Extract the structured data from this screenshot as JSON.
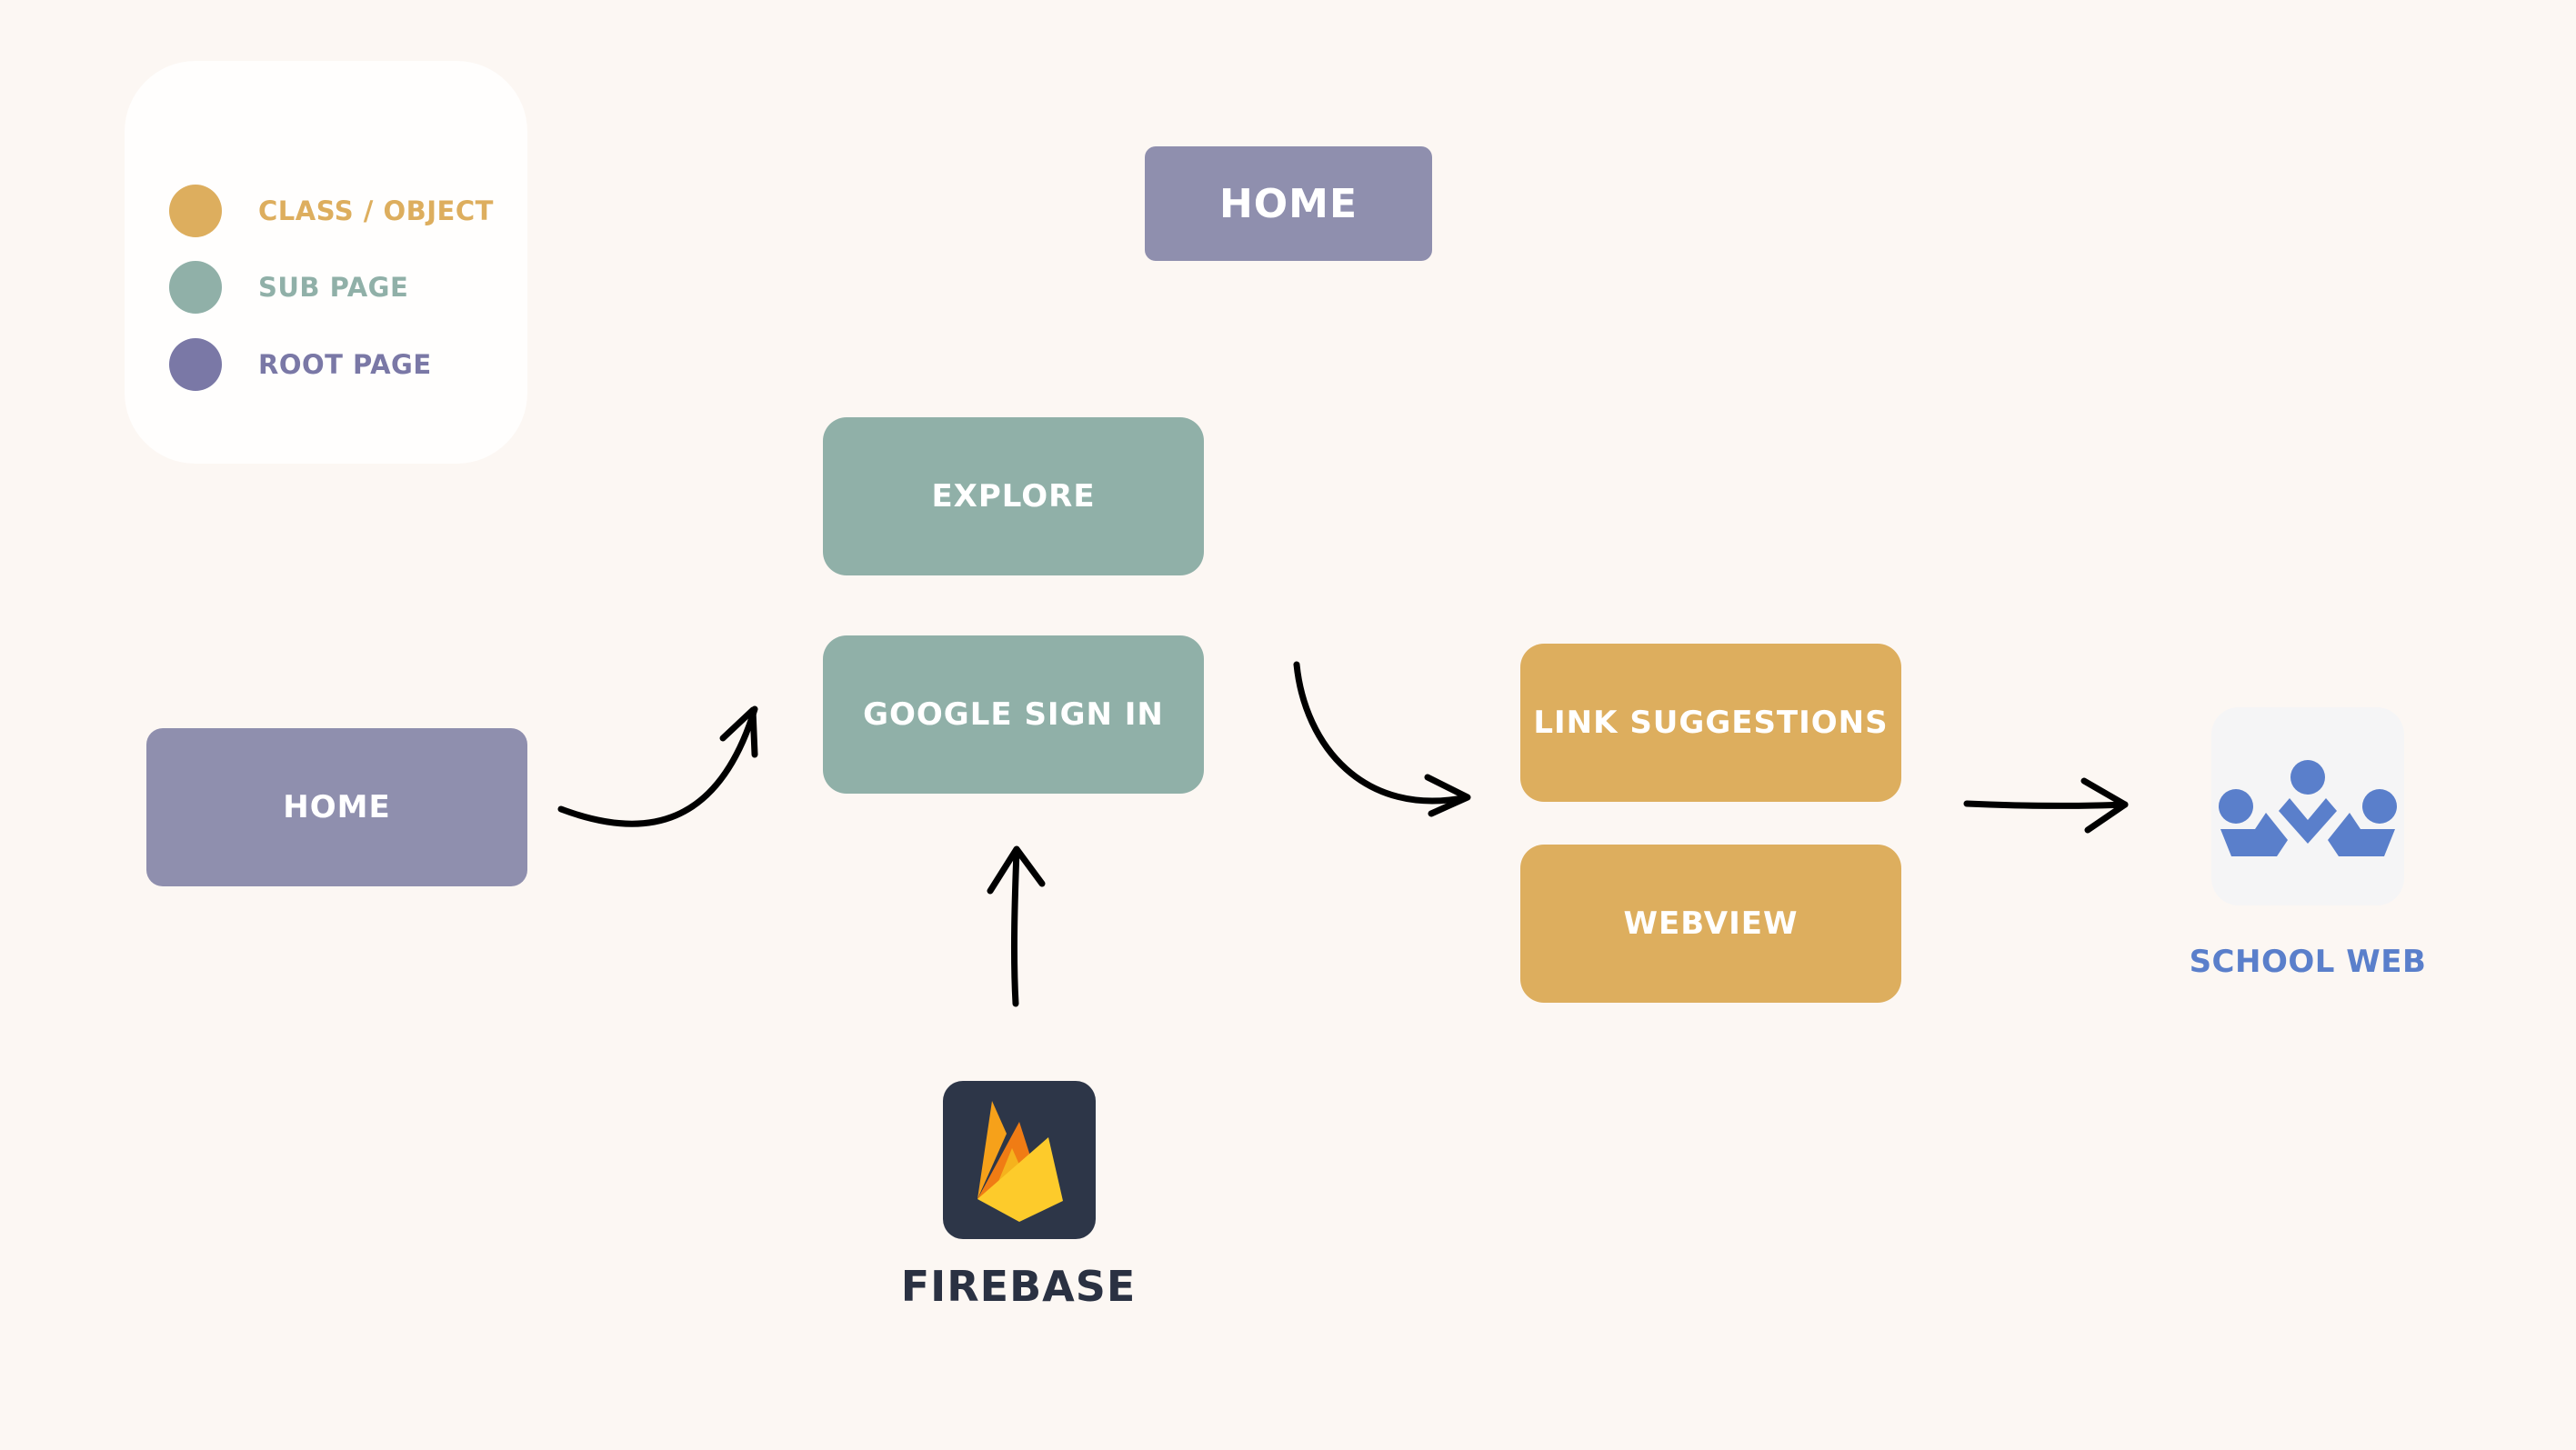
{
  "legend": {
    "items": [
      {
        "label": "CLASS / OBJECT",
        "color": "#ddae5e"
      },
      {
        "label": "SUB PAGE",
        "color": "#90b0a8"
      },
      {
        "label": "ROOT PAGE",
        "color": "#7a78a6"
      }
    ]
  },
  "nodes": {
    "home_top": "HOME",
    "home_left": "HOME",
    "explore": "EXPLORE",
    "google_sign_in": "GOOGLE SIGN IN",
    "link_suggestions": "LINK SUGGESTIONS",
    "webview": "WEBVIEW"
  },
  "services": {
    "firebase": {
      "label": "FIREBASE",
      "icon": "firebase-flame-icon"
    },
    "school_web": {
      "label": "SCHOOL WEB",
      "icon": "school-web-logo-icon"
    }
  },
  "colors": {
    "root_page": "#8f8fae",
    "sub_page": "#90b0a8",
    "class_object": "#ddae5e",
    "background": "#fcf7f3"
  }
}
